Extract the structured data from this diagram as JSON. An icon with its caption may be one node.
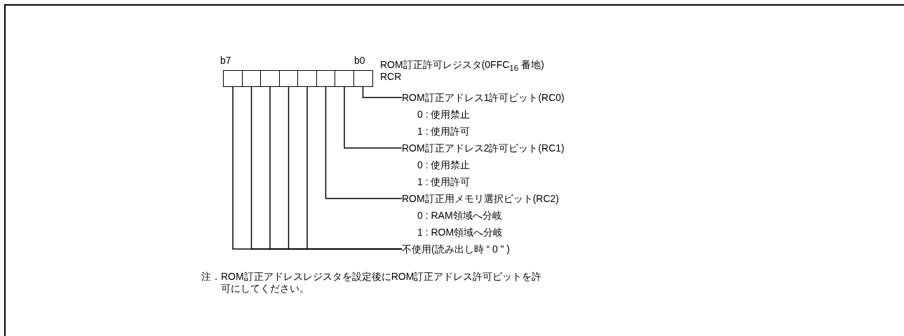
{
  "diagram": {
    "nodes": [
      {
        "text": [],
        "shape": "box"
      },
      {
        "text": [],
        "shape": "box"
      },
      {
        "text": [],
        "shape": "box"
      },
      {
        "text": [],
        "shape": "box"
      },
      {
        "text": [],
        "shape": "box"
      },
      {
        "text": [],
        "shape": "box"
      },
      {
        "text": [],
        "shape": "box"
      },
      {
        "text": [],
        "shape": "box"
      },
      {
        "text": [
          "ROM訂正アドレス1許可ビット(RC0)",
          "0 : 使用禁止",
          "1 : 使用許可"
        ]
      },
      {
        "text": [
          "ROM訂正アドレス2許可ビット(RC1)",
          "0 : 使用禁止",
          "1 : 使用許可"
        ]
      },
      {
        "text": [
          "ROM訂正用メモリ選択ビット(RC2)",
          "0 : RAM領域へ分岐",
          "1 : ROM領域へ分岐"
        ]
      },
      {
        "text": [
          "不使用(読み出し時 “ 0 ” )"
        ]
      }
    ],
    "edges": [
      {
        "from": 7,
        "to": 8,
        "arrow": "none"
      },
      {
        "from": 6,
        "to": 9,
        "arrow": "none"
      },
      {
        "from": 5,
        "to": 10,
        "arrow": "none"
      },
      {
        "from": 4,
        "to": 11,
        "arrow": "none"
      },
      {
        "from": 3,
        "to": 11,
        "arrow": "none"
      },
      {
        "from": 2,
        "to": 11,
        "arrow": "none"
      },
      {
        "from": 1,
        "to": 11,
        "arrow": "none"
      },
      {
        "from": 0,
        "to": 11,
        "arrow": "none"
      }
    ],
    "labels": [
      "b7",
      "b0",
      "ROM訂正許可レジスタ(0FFC$_{16}$ 番地)",
      "RCR",
      "注．ROM訂正アドレスレジスタを設定後にROM訂正アドレス許可ビットを許可にしてください。"
    ]
  }
}
